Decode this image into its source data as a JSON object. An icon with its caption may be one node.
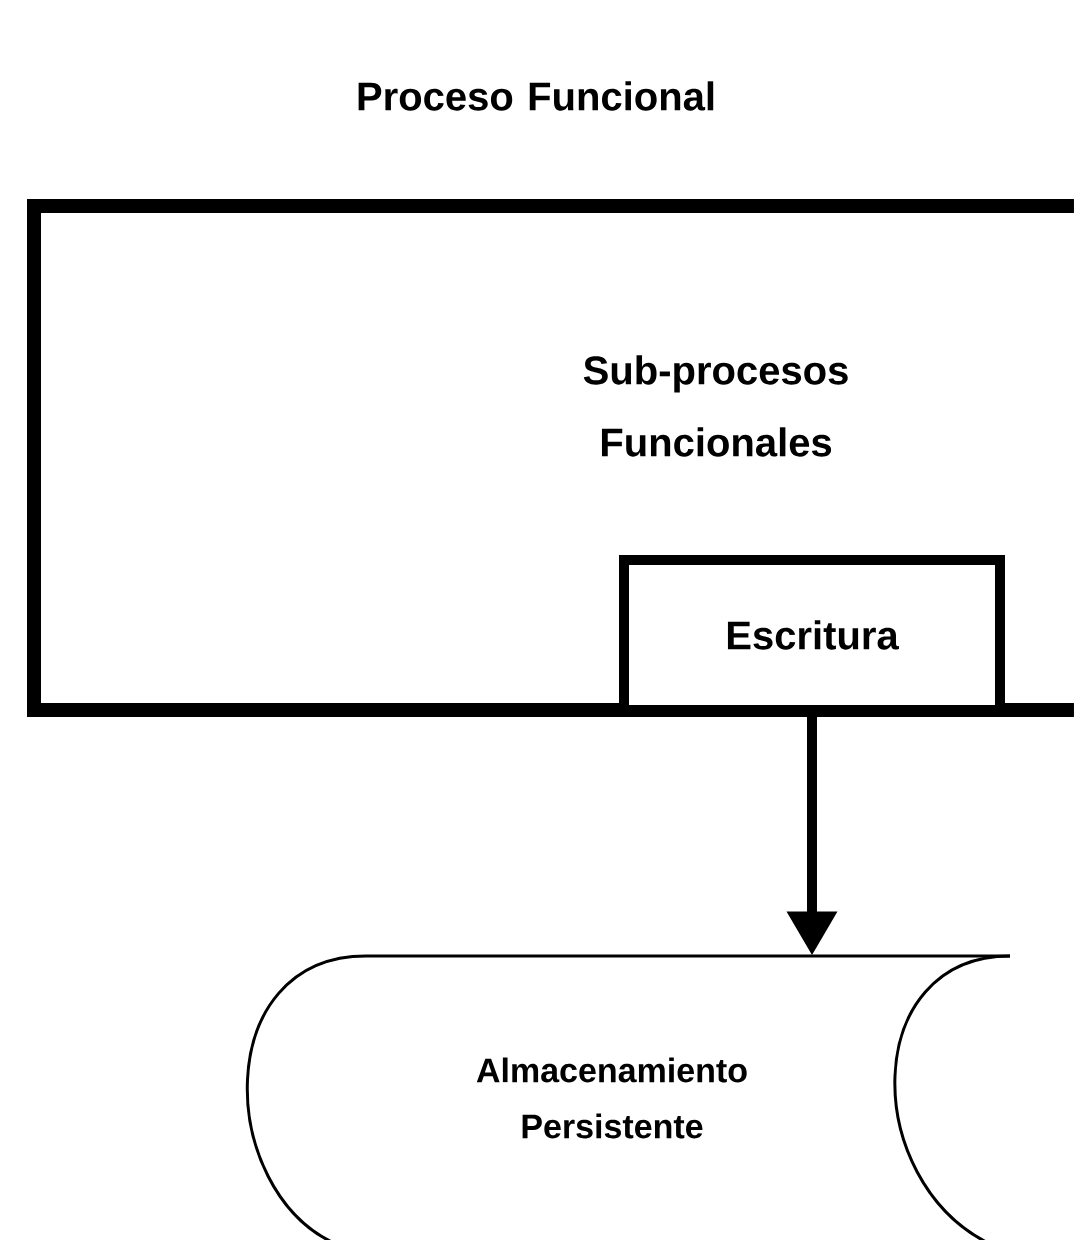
{
  "diagram": {
    "nodes": [
      {
        "text": [
          "Proceso Funcional",
          "Sub-procesos Funcionales"
        ]
      },
      {
        "text": [
          "Escritura"
        ],
        "in": 0
      },
      {
        "text": [
          "Almacenamiento Persistente"
        ]
      }
    ],
    "edges": [
      {
        "from": 1,
        "to": 2,
        "arrow": "to"
      }
    ]
  }
}
